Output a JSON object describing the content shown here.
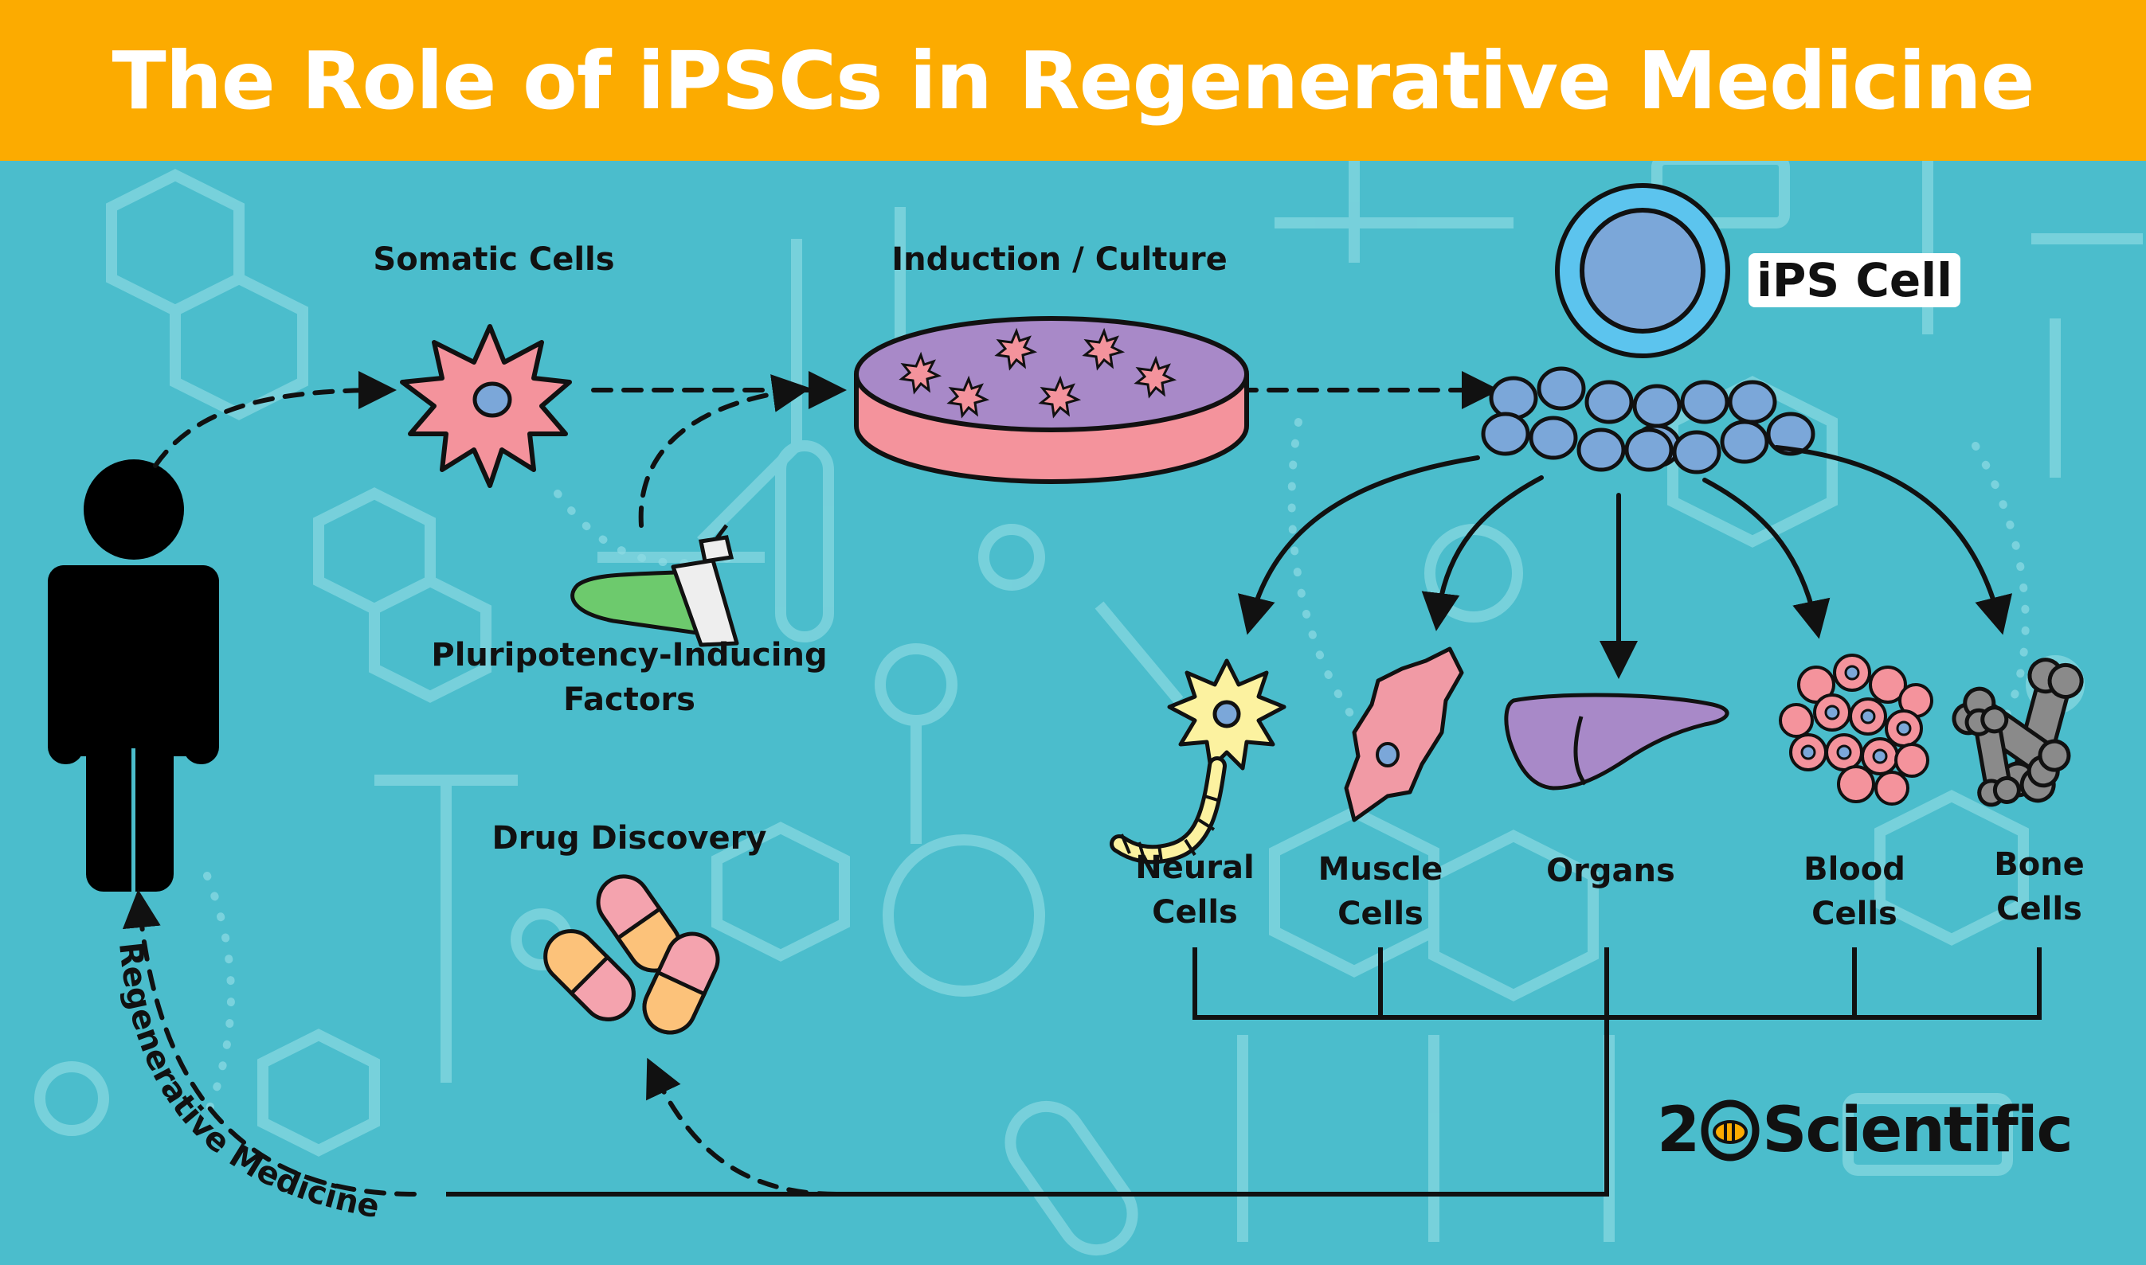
{
  "title": "The Role of iPSCs in Regenerative Medicine",
  "labels": {
    "somatic_cells": "Somatic Cells",
    "induction_culture": "Induction / Culture",
    "ips_cell": "iPS Cell",
    "pluripotency_line1": "Pluripotency-Inducing",
    "pluripotency_line2": "Factors",
    "drug_discovery": "Drug Discovery",
    "neural_line1": "Neural",
    "neural_line2": "Cells",
    "muscle_line1": "Muscle",
    "muscle_line2": "Cells",
    "organs": "Organs",
    "blood_line1": "Blood",
    "blood_line2": "Cells",
    "bone_line1": "Bone",
    "bone_line2": "Cells",
    "regenerative_medicine": "Regenerative Medicine"
  },
  "logo": {
    "prefix": "2",
    "suffix": "Scientific"
  },
  "colors": {
    "banner": "#fcab00",
    "background": "#4bbdcc",
    "somatic_cell": "#f4939c",
    "dish_top": "#a889c8",
    "dish_side": "#f4939c",
    "ips_cell_outer": "#5cc4ee",
    "ips_cell_nucleus": "#7ba7d9",
    "tube_liquid": "#6dca6d",
    "capsule_pink": "#f4a3ae",
    "capsule_orange": "#fcc27a",
    "neuron": "#fcf2a0",
    "muscle": "#f19aa5",
    "organ": "#a889c8",
    "blood": "#f4939c",
    "bone": "#8a8a8a"
  }
}
